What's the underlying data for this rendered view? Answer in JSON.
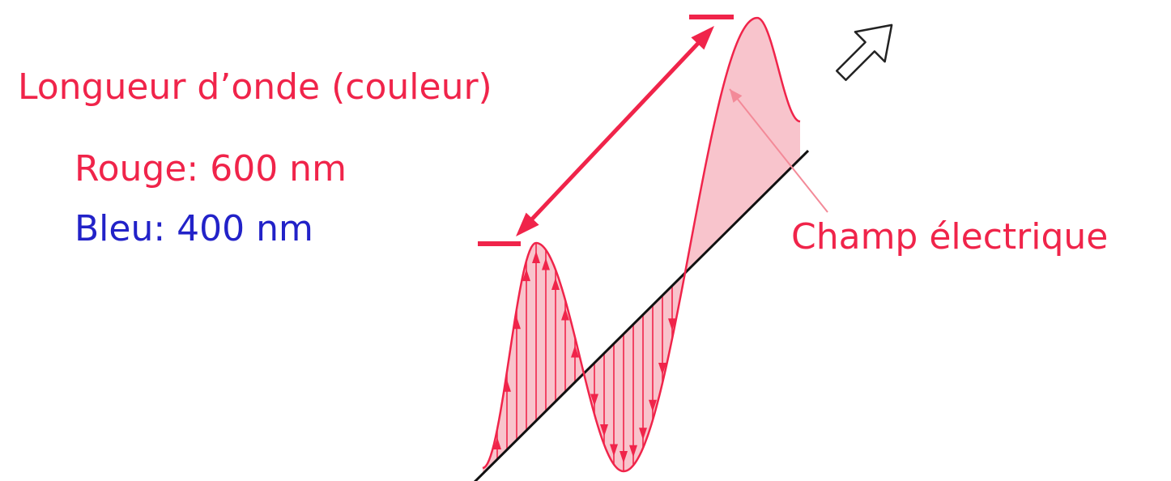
{
  "labels": {
    "wavelength": "Longueur d’onde (couleur)",
    "red": "Rouge: 600 nm",
    "blue": "Bleu: 400 nm",
    "electric_field": "Champ électrique"
  },
  "colors": {
    "accent": "#f0244a",
    "blue": "#2222c8",
    "fill": "#f8c4cc",
    "axis": "#111111",
    "arrow_outline": "#222222"
  },
  "icons": {
    "propagation": "hollow-arrow-icon"
  }
}
